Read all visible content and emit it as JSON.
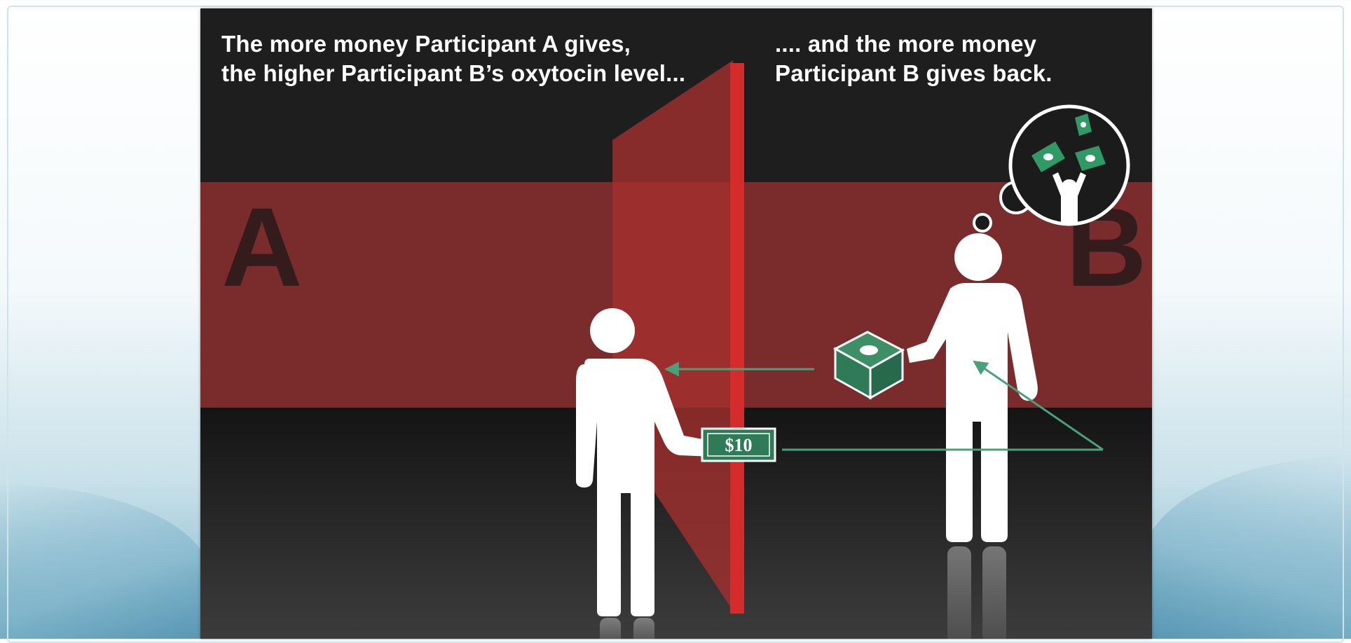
{
  "caption_left": {
    "line1": "The more money Participant A gives,",
    "line2": "the higher Participant B’s oxytocin level..."
  },
  "caption_right": {
    "line1": ".... and the more money",
    "line2": "Participant B gives back."
  },
  "label_a": "A",
  "label_b": "B",
  "banknote_label": "$10",
  "colors": {
    "background_dark": "#1b1b1b",
    "red_band": "#7a2b2c",
    "red_divider": "#d42b2b",
    "money_green": "#2f7a57",
    "arrow_green": "#4aa07a",
    "figure_white": "#ffffff"
  },
  "icons": [
    "person-a-icon",
    "person-b-icon",
    "banknote-icon",
    "cash-stack-icon",
    "thought-bubble-icon",
    "cheering-person-icon",
    "flying-money-icon"
  ]
}
